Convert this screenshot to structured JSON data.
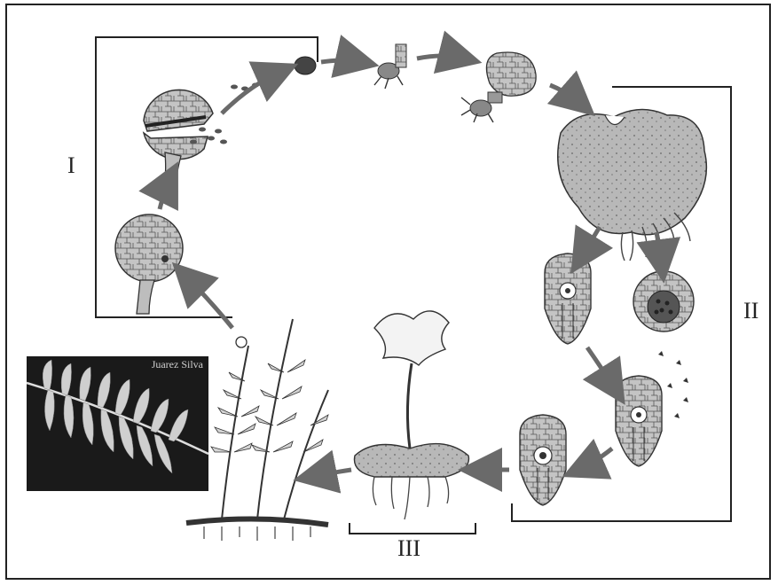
{
  "diagram": {
    "stage_labels": {
      "stage_1": "I",
      "stage_2": "II",
      "stage_3": "III"
    },
    "photo_credit": "Juarez Silva",
    "colors": {
      "ink": "#222222",
      "arrow": "#6a6a6a",
      "tissue": "#bdbdbd",
      "tissue_dark": "#8a8a8a",
      "photo_bg": "#1a1a1a",
      "frond_light": "#d9d9d9"
    }
  }
}
